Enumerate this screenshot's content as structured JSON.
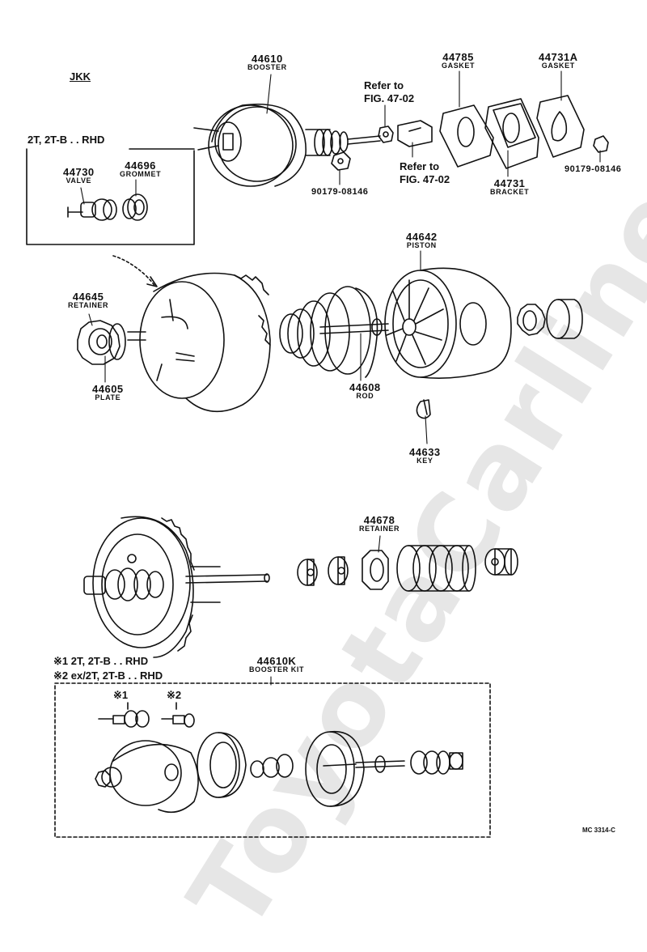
{
  "watermark": "ToyotaCarline.ru",
  "header": {
    "code": "JKK"
  },
  "insets": {
    "rhd_box": {
      "title": "2T, 2T-B . . RHD"
    },
    "kit_box": {
      "note1": "※1 2T, 2T-B . . RHD",
      "note2": "※2 ex/2T, 2T-B . . RHD",
      "mark1": "※1",
      "mark2": "※2"
    }
  },
  "parts": [
    {
      "id": "p44610",
      "number": "44610",
      "name": "BOOSTER"
    },
    {
      "id": "p44785",
      "number": "44785",
      "name": "GASKET"
    },
    {
      "id": "p44731a",
      "number": "44731A",
      "name": "GASKET"
    },
    {
      "id": "p44730",
      "number": "44730",
      "name": "VALVE"
    },
    {
      "id": "p44696",
      "number": "44696",
      "name": "GROMMET"
    },
    {
      "id": "p44731",
      "number": "44731",
      "name": "BRACKET"
    },
    {
      "id": "p44642",
      "number": "44642",
      "name": "PISTON"
    },
    {
      "id": "p44645",
      "number": "44645",
      "name": "RETAINER"
    },
    {
      "id": "p44605",
      "number": "44605",
      "name": "PLATE"
    },
    {
      "id": "p44608",
      "number": "44608",
      "name": "ROD"
    },
    {
      "id": "p44633",
      "number": "44633",
      "name": "KEY"
    },
    {
      "id": "p44678",
      "number": "44678",
      "name": "RETAINER"
    },
    {
      "id": "p44610k",
      "number": "44610K",
      "name": "BOOSTER KIT"
    }
  ],
  "nuts": {
    "a": "90179-08146",
    "b": "90179-08146"
  },
  "refs": {
    "r1": {
      "line1": "Refer to",
      "line2": "FIG. 47-02"
    },
    "r2": {
      "line1": "Refer to",
      "line2": "FIG. 47-02"
    }
  },
  "figure_code": "MC 3314-C"
}
